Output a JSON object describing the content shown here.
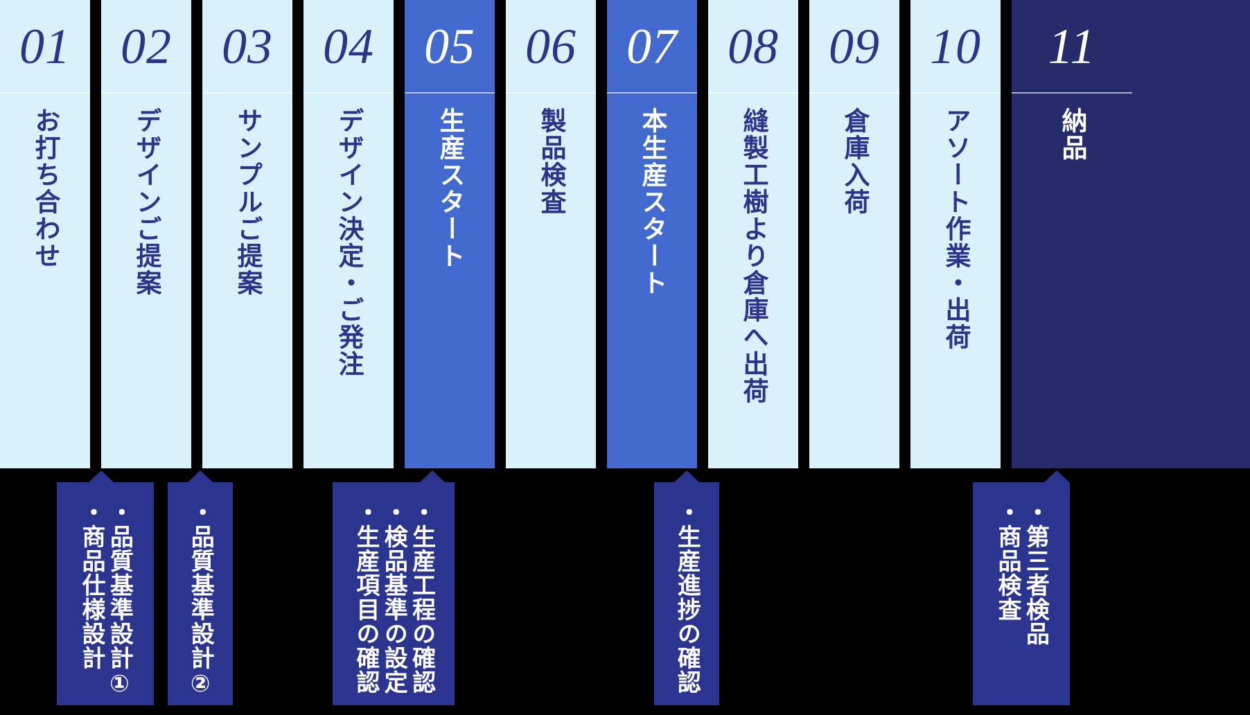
{
  "meta": {
    "title": "生産フロー",
    "colors": {
      "background": "#000000",
      "column_light": "#d9f1fa",
      "column_mid": "#4169ce",
      "column_dark": "#262c6b",
      "callout": "#2b3590",
      "text_navy": "#2c3489",
      "text_white": "#ffffff"
    }
  },
  "steps": [
    {
      "number": "01",
      "label": "お打ち合わせ",
      "theme": "light"
    },
    {
      "number": "02",
      "label": "デザインご提案",
      "theme": "light"
    },
    {
      "number": "03",
      "label": "サンプルご提案",
      "theme": "light"
    },
    {
      "number": "04",
      "label": "デザイン決定・ご発注",
      "theme": "light"
    },
    {
      "number": "05",
      "label": "生産スタート",
      "theme": "mid"
    },
    {
      "number": "06",
      "label": "製品検査",
      "theme": "light"
    },
    {
      "number": "07",
      "label": "本生産スタート",
      "theme": "mid"
    },
    {
      "number": "08",
      "label": "縫製工樹より倉庫へ出荷",
      "theme": "light"
    },
    {
      "number": "09",
      "label": "倉庫入荷",
      "theme": "light"
    },
    {
      "number": "10",
      "label": "アソート作業・出荷",
      "theme": "light"
    },
    {
      "number": "11",
      "label": "納品",
      "theme": "dark"
    }
  ],
  "callouts": [
    {
      "id": "callout-1",
      "lines": [
        "・品質基準設計①",
        "・商品仕様設計"
      ]
    },
    {
      "id": "callout-2",
      "lines": [
        "・品質基準設計②"
      ]
    },
    {
      "id": "callout-3",
      "lines": [
        "・生産工程の確認",
        "・検品基準の設定",
        "・生産項目の確認"
      ]
    },
    {
      "id": "callout-4",
      "lines": [
        "・生産進捗の確認"
      ]
    },
    {
      "id": "callout-5",
      "lines": [
        "・第三者検品",
        "・商品検査"
      ]
    }
  ]
}
